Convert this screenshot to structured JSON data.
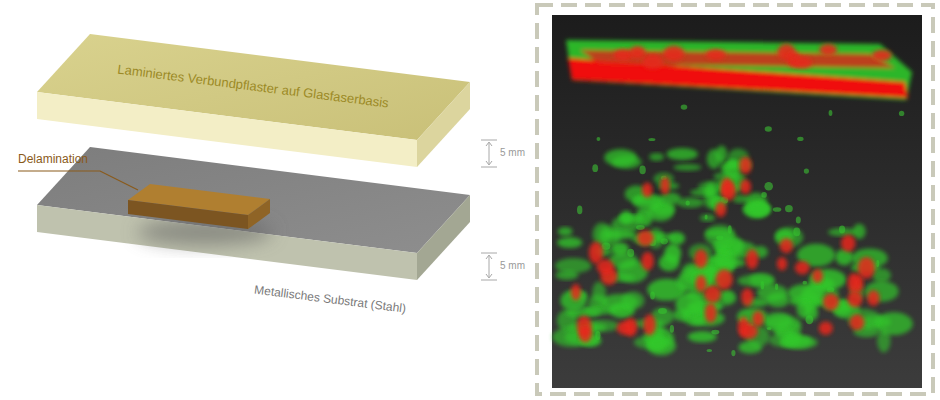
{
  "diagram": {
    "labels": [
      "Laminiertes Verbundpflaster auf Glasfaserbasis",
      "Delamination",
      "5 mm",
      "5 mm",
      "Metallisches Substrat (Stahl)"
    ]
  }
}
